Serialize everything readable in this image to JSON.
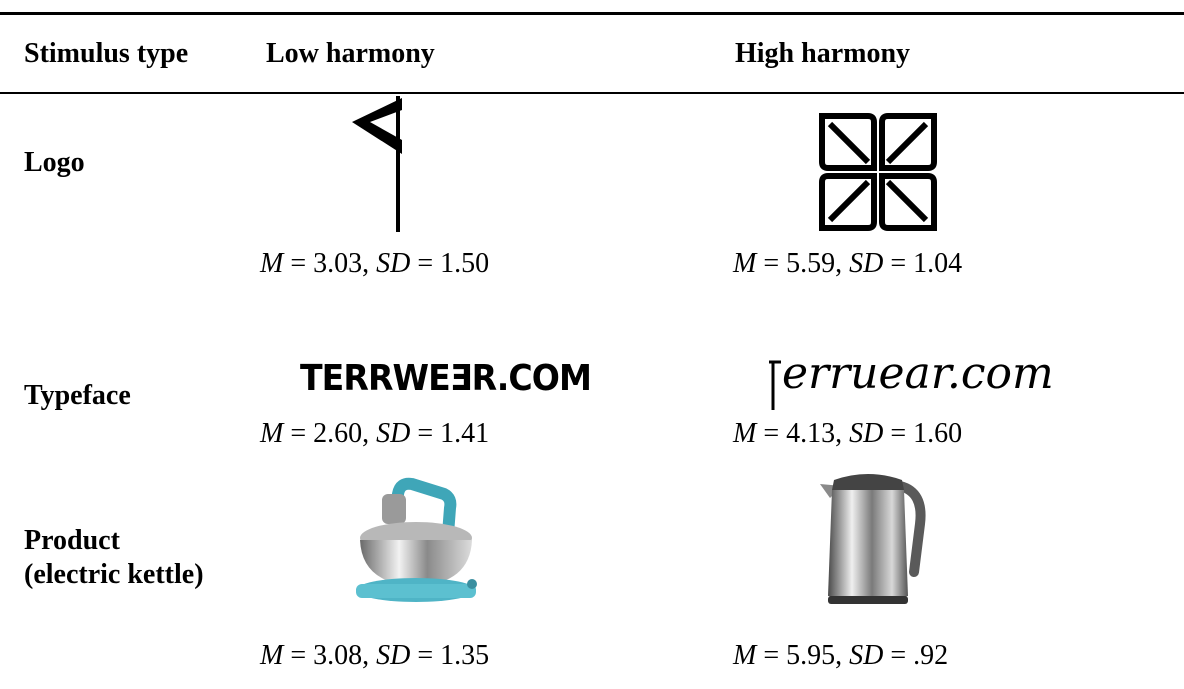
{
  "table": {
    "headers": {
      "stimulus_type": "Stimulus type",
      "low": "Low harmony",
      "high": "High harmony"
    },
    "rows": [
      {
        "label": "Logo",
        "low": {
          "m": "3.03",
          "sd": "1.50"
        },
        "high": {
          "m": "5.59",
          "sd": "1.04"
        }
      },
      {
        "label": "Typeface",
        "low_sample": "TERRWEƎR.COM",
        "high_sample": "erruear.com",
        "low": {
          "m": "2.60",
          "sd": "1.41"
        },
        "high": {
          "m": "4.13",
          "sd": "1.60"
        }
      },
      {
        "label_line1": "Product",
        "label_line2": "(electric kettle)",
        "low": {
          "m": "3.08",
          "sd": "1.35"
        },
        "high": {
          "m": "5.95",
          "sd": ".92"
        }
      }
    ],
    "stat_symbols": {
      "mean": "M",
      "sd": "SD"
    }
  }
}
